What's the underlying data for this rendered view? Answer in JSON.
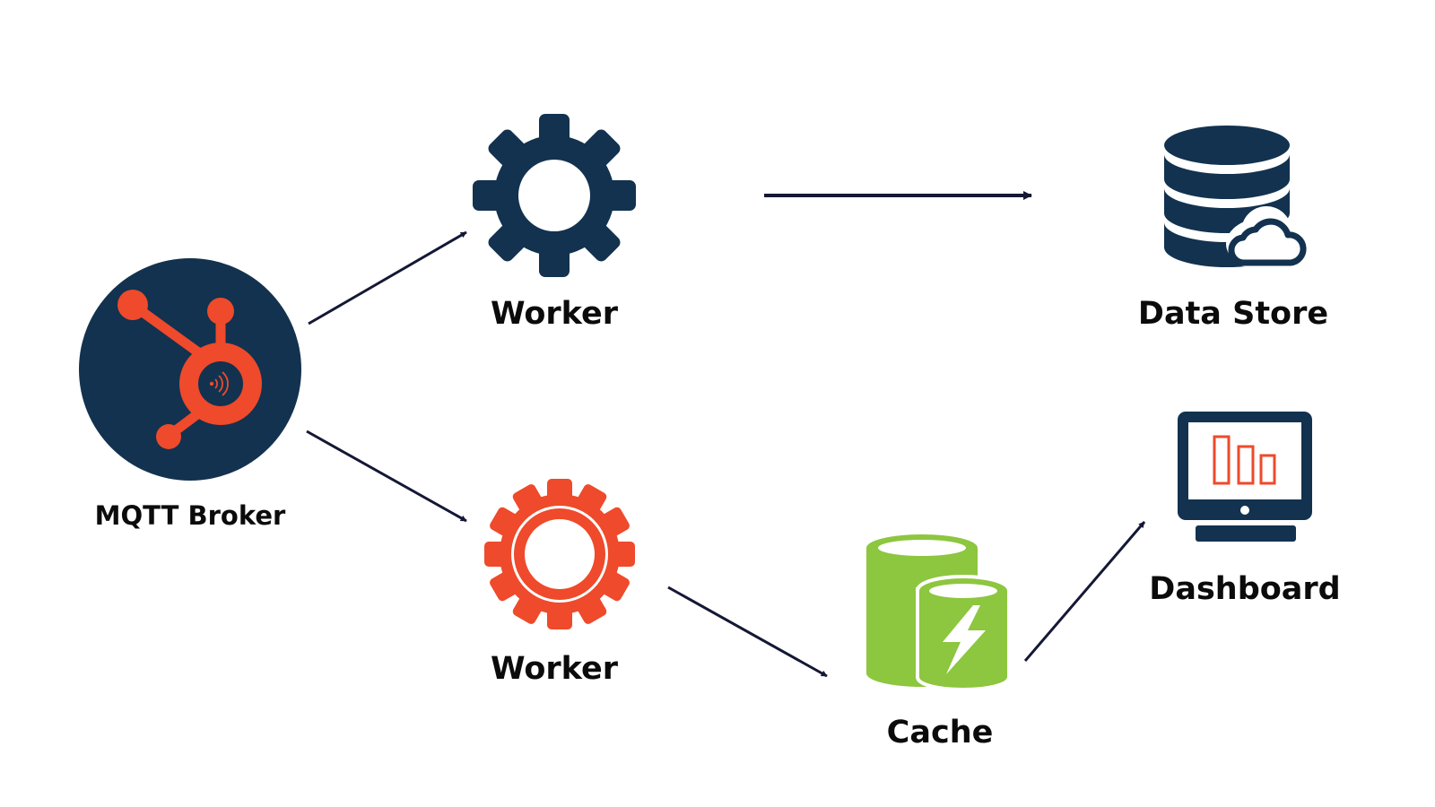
{
  "nodes": {
    "broker": {
      "label": "MQTT Broker"
    },
    "worker_top": {
      "label": "Worker"
    },
    "worker_bottom": {
      "label": "Worker"
    },
    "data_store": {
      "label": "Data Store"
    },
    "dashboard": {
      "label": "Dashboard"
    },
    "cache": {
      "label": "Cache"
    }
  },
  "edges": [
    {
      "from": "broker",
      "to": "worker_top"
    },
    {
      "from": "broker",
      "to": "worker_bottom"
    },
    {
      "from": "worker_top",
      "to": "data_store"
    },
    {
      "from": "worker_bottom",
      "to": "cache"
    },
    {
      "from": "cache",
      "to": "dashboard"
    }
  ],
  "colors": {
    "navy": "#12324f",
    "orange": "#ee4a2b",
    "green": "#8dc63f",
    "arrow": "#141834"
  },
  "icons": {
    "broker": "hub-icon",
    "worker_top": "gear-icon",
    "worker_bottom": "gear-icon",
    "data_store": "database-cloud-icon",
    "dashboard": "monitor-chart-icon",
    "cache": "battery-cache-icon"
  }
}
